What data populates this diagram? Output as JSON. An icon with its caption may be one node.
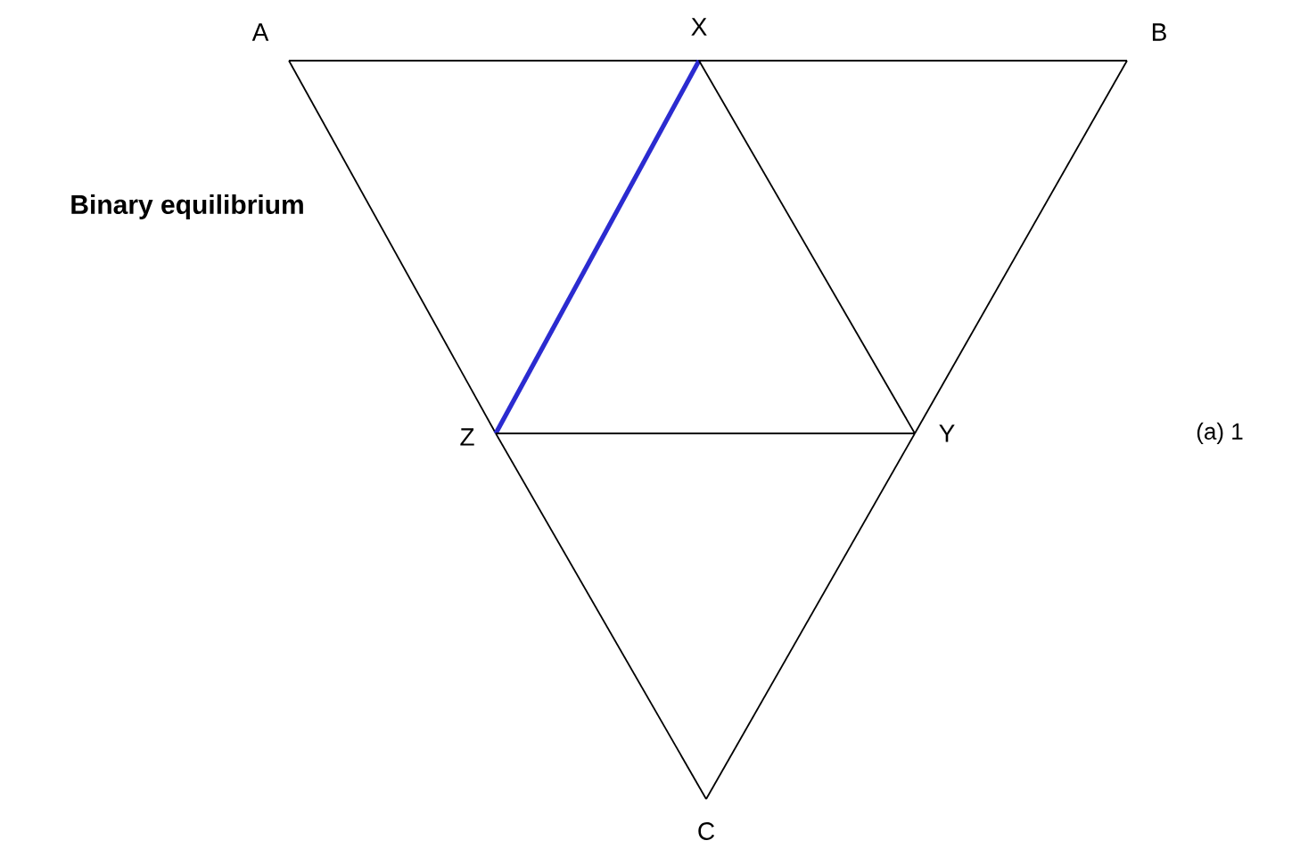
{
  "diagram": {
    "nodes": [
      {
        "text": [
          "A"
        ]
      },
      {
        "text": [
          "X"
        ]
      },
      {
        "text": [
          "B"
        ]
      },
      {
        "text": [
          "Z"
        ]
      },
      {
        "text": [
          "Y"
        ]
      },
      {
        "text": [
          "C"
        ]
      }
    ],
    "edges": [
      {
        "from": 0,
        "to": 1,
        "arrow": "none"
      },
      {
        "from": 1,
        "to": 2,
        "arrow": "none"
      },
      {
        "from": 0,
        "to": 3,
        "arrow": "none"
      },
      {
        "from": 3,
        "to": 5,
        "arrow": "none"
      },
      {
        "from": 2,
        "to": 4,
        "arrow": "none"
      },
      {
        "from": 4,
        "to": 5,
        "arrow": "none"
      },
      {
        "from": 1,
        "to": 3,
        "arrow": "none",
        "style": "thick",
        "color": "#2b2bd0"
      },
      {
        "from": 1,
        "to": 4,
        "arrow": "none"
      },
      {
        "from": 3,
        "to": 4,
        "arrow": "none"
      }
    ],
    "labels": [
      "Binary equilibrium",
      "(a) 1"
    ]
  }
}
